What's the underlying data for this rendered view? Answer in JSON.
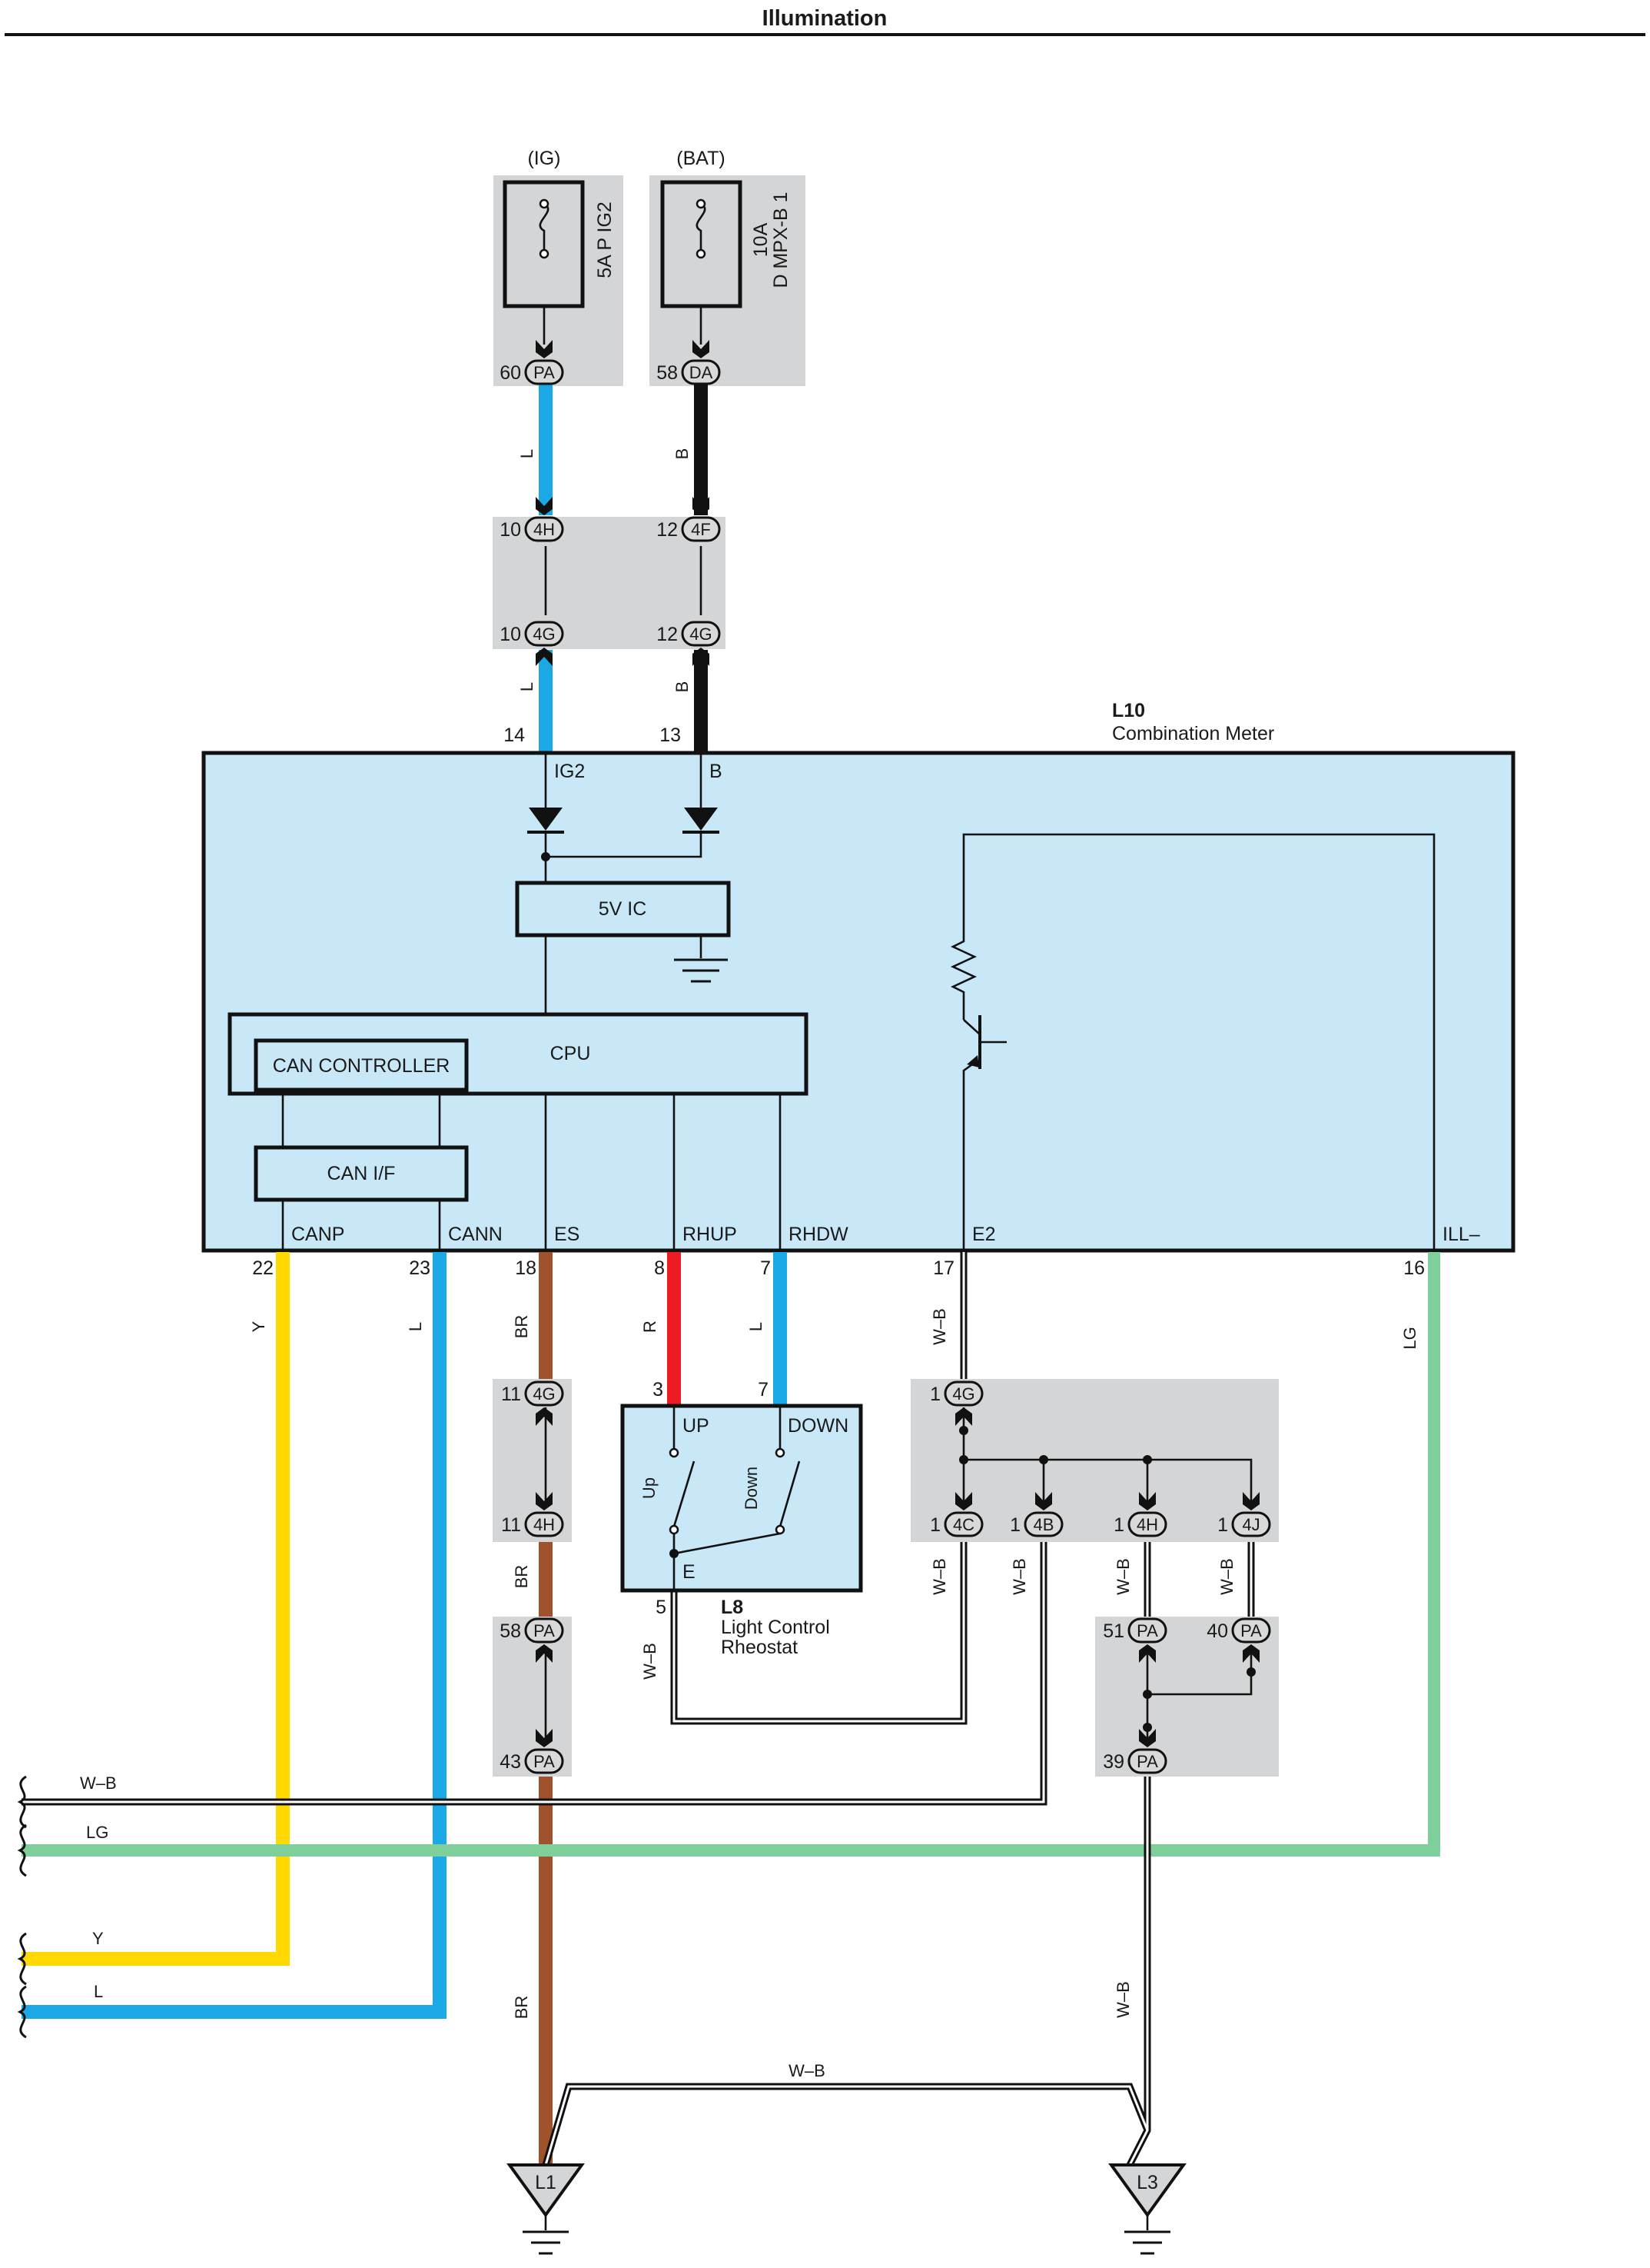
{
  "title": "Illumination",
  "component_l10": {
    "id": "L10",
    "name": "Combination Meter"
  },
  "component_l8": {
    "id": "L8",
    "name_line1": "Light Control",
    "name_line2": "Rheostat"
  },
  "fuses": {
    "ig": {
      "source": "(IG)",
      "label": "5A P IG2"
    },
    "bat": {
      "source": "(BAT)",
      "label_line1": "10A",
      "label_line2": "D MPX-B 1"
    }
  },
  "internal": {
    "ic": "5V IC",
    "cpu": "CPU",
    "can_controller": "CAN CONTROLLER",
    "can_if": "CAN I/F",
    "pin_ig2": "IG2",
    "pin_b": "B"
  },
  "meter_pins": [
    {
      "name": "CANP",
      "num": "22",
      "wire": "Y"
    },
    {
      "name": "CANN",
      "num": "23",
      "wire": "L"
    },
    {
      "name": "ES",
      "num": "18",
      "wire": "BR"
    },
    {
      "name": "RHUP",
      "num": "8",
      "wire": "R"
    },
    {
      "name": "RHDW",
      "num": "7",
      "wire": "L"
    },
    {
      "name": "E2",
      "num": "17",
      "wire": "W–B"
    },
    {
      "name": "ILL–",
      "num": "16",
      "wire": "LG"
    }
  ],
  "connectors": {
    "pa60": {
      "code": "PA",
      "num": "60"
    },
    "da58": {
      "code": "DA",
      "num": "58"
    },
    "h4_10": {
      "code": "4H",
      "num": "10"
    },
    "f4_12": {
      "code": "4F",
      "num": "12"
    },
    "g4_10": {
      "code": "4G",
      "num": "10"
    },
    "g4_12": {
      "code": "4G",
      "num": "12"
    },
    "g4_11": {
      "code": "4G",
      "num": "11"
    },
    "h4_11": {
      "code": "4H",
      "num": "11"
    },
    "pa58": {
      "code": "PA",
      "num": "58"
    },
    "pa43": {
      "code": "PA",
      "num": "43"
    },
    "g4_1": {
      "code": "4G",
      "num": "1"
    },
    "c4_1": {
      "code": "4C",
      "num": "1"
    },
    "b4_1": {
      "code": "4B",
      "num": "1"
    },
    "h4_1": {
      "code": "4H",
      "num": "1"
    },
    "j4_1": {
      "code": "4J",
      "num": "1"
    },
    "pa51": {
      "code": "PA",
      "num": "51"
    },
    "pa40": {
      "code": "PA",
      "num": "40"
    },
    "pa39": {
      "code": "PA",
      "num": "39"
    }
  },
  "meter_supply_pins": {
    "ig2": "14",
    "b": "13"
  },
  "wire_labels": {
    "ig_fuse": "L",
    "bat_fuse": "B",
    "ig_meter": "L",
    "bat_meter": "B",
    "es_mid": "BR",
    "es_low": "BR",
    "c4": "W–B",
    "b4": "W–B",
    "h4": "W–B",
    "j4": "W–B",
    "l8_e": "W–B",
    "l3_lead": "W–B",
    "ground_bridge": "W–B",
    "ext_wb": "W–B",
    "ext_lg": "LG",
    "ext_y": "Y",
    "ext_l": "L"
  },
  "rheostat": {
    "pin_up": "3",
    "pin_down": "7",
    "pin_e": "5",
    "up": "UP",
    "down": "DOWN",
    "e": "E",
    "sw_up": "Up",
    "sw_down": "Down"
  },
  "grounds": {
    "l1": "L1",
    "l3": "L3"
  },
  "colors": {
    "blue": "#1aa9e6",
    "black": "#111111",
    "yellow": "#ffd800",
    "brown": "#a0522d",
    "red": "#ed1c24",
    "green": "#7ecf9a",
    "box_fill": "#c8e8f7",
    "shade": "#d4d5d6"
  }
}
